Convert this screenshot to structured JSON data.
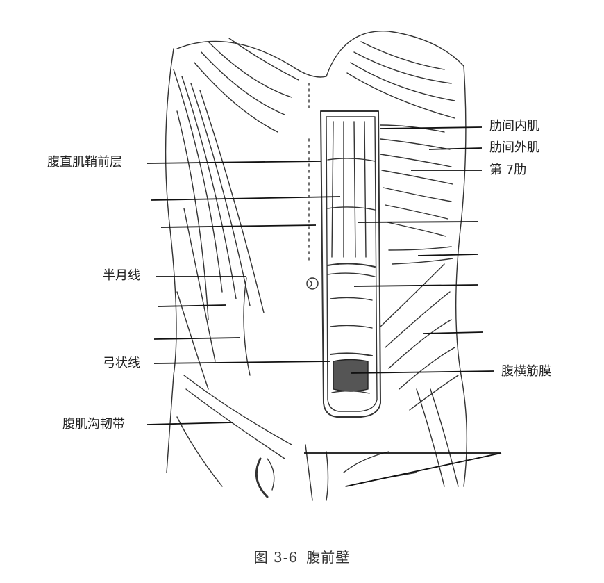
{
  "figure": {
    "caption_number": "图 3-6",
    "caption_title": "腹前壁"
  },
  "labels": {
    "rectus_sheath_anterior": "腹直肌鞘前层",
    "internal_intercostal": "肋间内肌",
    "external_intercostal": "肋间外肌",
    "seventh_rib": "第 7肋",
    "linea_semilunaris": "半月线",
    "arcuate_line": "弓状线",
    "transversalis_fascia": "腹横筋膜",
    "inguinal_ligament": "腹肌沟韧带"
  }
}
